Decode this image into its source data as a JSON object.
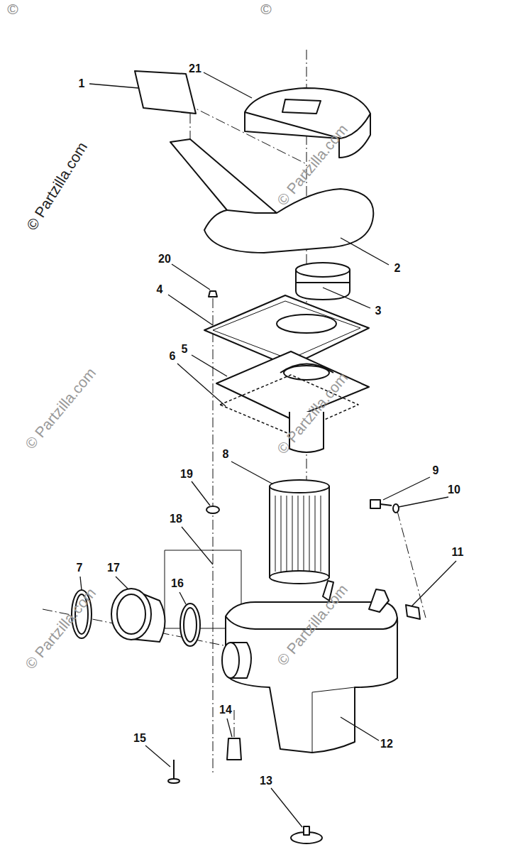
{
  "diagram": {
    "labels": [
      "1",
      "21",
      "2",
      "20",
      "3",
      "4",
      "5",
      "6",
      "8",
      "19",
      "9",
      "10",
      "18",
      "11",
      "7",
      "17",
      "16",
      "12",
      "15",
      "14",
      "13",
      "©",
      "©",
      "© Partzilla.com",
      "© Partzilla.com",
      "© Partzilla.com",
      "© Partzilla.com",
      "© Partzilla.com",
      "© Partzilla.com"
    ]
  }
}
